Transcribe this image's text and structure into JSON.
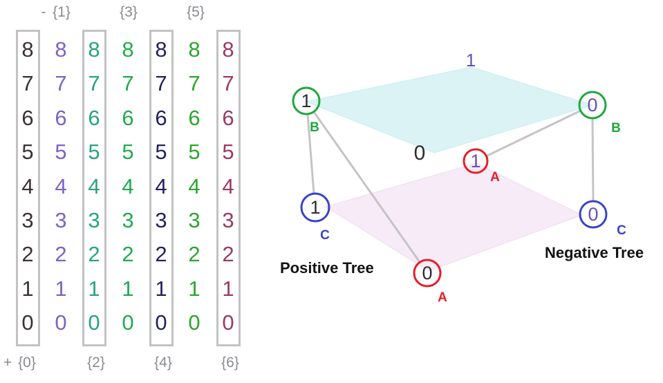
{
  "palette": {
    "box_border": "#c2c2c2",
    "label_gray": "#8a8a90",
    "line_gray": "#c4c4c4",
    "green": "#1ea83c",
    "blue": "#3743c9",
    "red": "#e61e28",
    "purple": "#6850b2",
    "ink": "#2d2d2d",
    "title_ink": "#121212",
    "teal_fill": "#dbf3f5",
    "teal_edge": "#c5edf0",
    "pink_fill": "#f6ebf7",
    "pink_edge": "#efdcf1"
  },
  "bitmap": {
    "digits": [
      "8",
      "7",
      "6",
      "5",
      "4",
      "3",
      "2",
      "1",
      "0"
    ],
    "minus": "-",
    "plus": "+",
    "top_labels": [
      "{1}",
      "{3}",
      "{5}"
    ],
    "bottom_labels": [
      "{0}",
      "{2}",
      "{4}",
      "{6}"
    ],
    "columns": [
      {
        "name": "set-0",
        "color": "#3a3136",
        "boxed": true
      },
      {
        "name": "set-1",
        "color": "#7c63c5",
        "boxed": false
      },
      {
        "name": "set-2",
        "color": "#26a57b",
        "boxed": true
      },
      {
        "name": "set-3",
        "color": "#1fac4f",
        "boxed": false
      },
      {
        "name": "set-4",
        "color": "#212163",
        "boxed": true
      },
      {
        "name": "set-5",
        "color": "#2ca52c",
        "boxed": false
      },
      {
        "name": "set-6",
        "color": "#9a3a64",
        "boxed": true
      }
    ]
  },
  "tree": {
    "top_value": "1",
    "bottom_value": "0",
    "positive_title": "Positive Tree",
    "negative_title": "Negative Tree",
    "nodes": {
      "b_left": {
        "value": "1",
        "label": "B",
        "ring_color": "#1ea83c",
        "label_color": "#1ea83c",
        "value_color": "#2d2d2d"
      },
      "b_right": {
        "value": "0",
        "label": "B",
        "ring_color": "#1ea83c",
        "label_color": "#1ea83c",
        "value_color": "#6850b2"
      },
      "a_top": {
        "value": "1",
        "label": "A",
        "ring_color": "#e61e28",
        "label_color": "#e61e28",
        "value_color": "#6850b2"
      },
      "a_bottom": {
        "value": "0",
        "label": "A",
        "ring_color": "#e61e28",
        "label_color": "#e61e28",
        "value_color": "#2d2d2d"
      },
      "c_left": {
        "value": "1",
        "label": "C",
        "ring_color": "#3743c9",
        "label_color": "#3743c9",
        "value_color": "#2d2d2d"
      },
      "c_right": {
        "value": "0",
        "label": "C",
        "ring_color": "#3743c9",
        "label_color": "#3743c9",
        "value_color": "#6850b2"
      }
    }
  }
}
